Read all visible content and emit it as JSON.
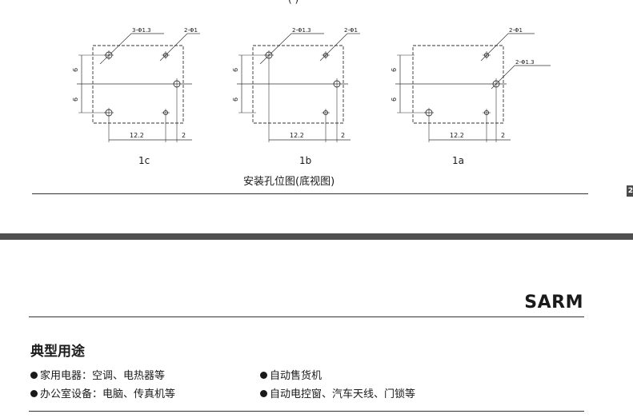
{
  "header_partial": "(     )",
  "diagrams": [
    {
      "id": "1c",
      "label": "1c",
      "callout_left": "3-Φ1.3",
      "callout_right": "2-Φ1",
      "dim_v_top": "6",
      "dim_v_bottom": "6",
      "dim_h": "12.2",
      "dim_h_small": "2"
    },
    {
      "id": "1b",
      "label": "1b",
      "callout_left": "2-Φ1.3",
      "callout_right": "2-Φ1",
      "dim_v_top": "6",
      "dim_v_bottom": "6",
      "dim_h": "12.2",
      "dim_h_small": "2"
    },
    {
      "id": "1a",
      "label": "1a",
      "callout_top": "2-Φ1",
      "callout_mid": "2-Φ1.3",
      "dim_v_top": "6",
      "dim_v_bottom": "6",
      "dim_h": "12.2",
      "dim_h_small": "2"
    }
  ],
  "caption": "安装孔位图(底视图)",
  "side_tab": "2",
  "brand": "SARM",
  "section_title": "典型用途",
  "usages": [
    "家用电器：空调、电热器等",
    "办公室设备：电脑、传真机等",
    "自动售货机",
    "自动电控窗、汽车天线、门锁等"
  ]
}
